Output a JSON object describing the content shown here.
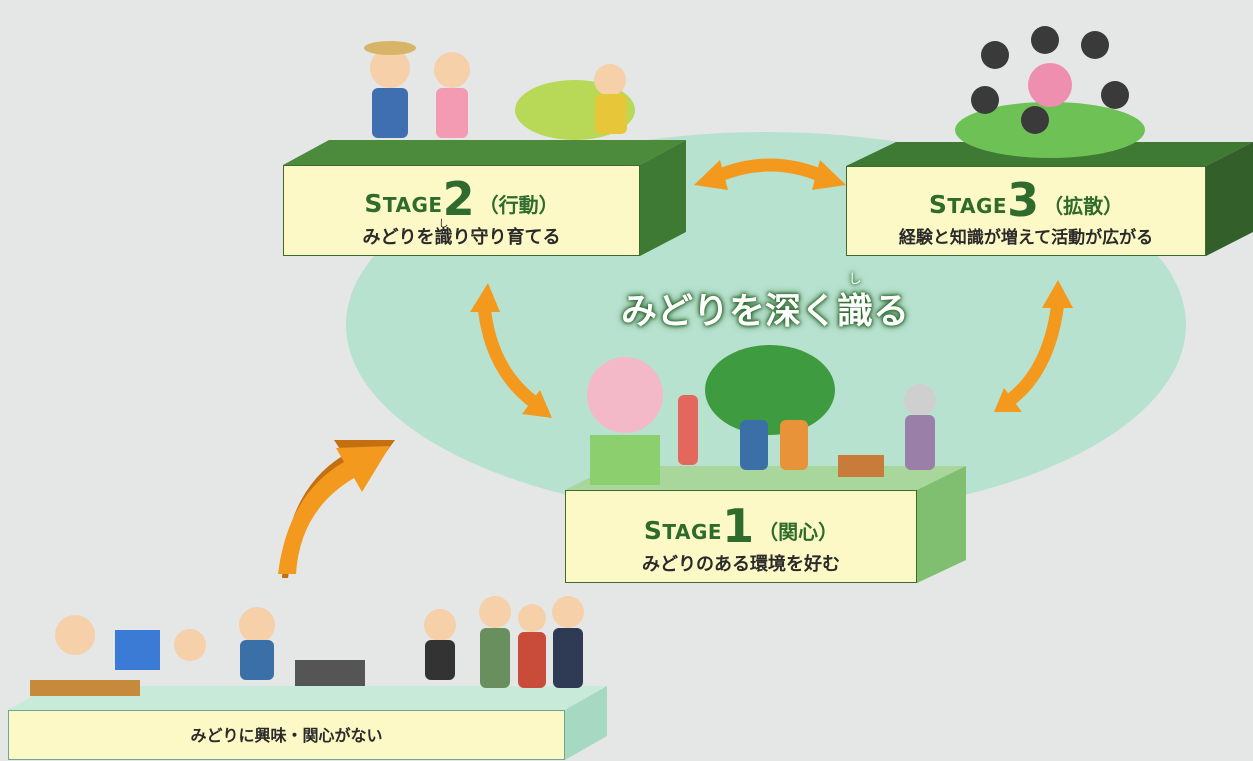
{
  "center_label": {
    "text_before": "みどりを深く",
    "ruby_base": "識",
    "ruby_text": "し",
    "text_after": "る"
  },
  "stage1": {
    "word_cap": "S",
    "word_rest": "TAGE",
    "number": "1",
    "paren": "（関心）",
    "description": "みどりのある環境を好む"
  },
  "stage2": {
    "word_cap": "S",
    "word_rest": "TAGE",
    "number": "2",
    "paren": "（行動）",
    "desc_before": "みどりを",
    "desc_ruby_base": "識",
    "desc_ruby_text": "し",
    "desc_after": "り守り育てる"
  },
  "stage3": {
    "word_cap": "S",
    "word_rest": "TAGE",
    "number": "3",
    "paren": "（拡散）",
    "description": "経験と知識が増えて活動が広がる"
  },
  "base": {
    "description": "みどりに興味・関心がない"
  },
  "colors": {
    "ellipse": "#b8e2d0",
    "arrow": "#f39a1e",
    "platform_dark": "#3f7a35",
    "platform_light": "#a9d69a",
    "label_bg": "#fdf9c7",
    "stage_text": "#2e6b2c"
  }
}
